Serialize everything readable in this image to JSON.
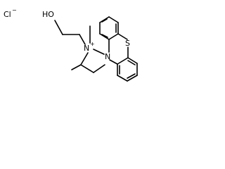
{
  "structure": {
    "counterion": {
      "element": "Cl",
      "charge": "−"
    },
    "hydroxyl": {
      "label": "HO"
    },
    "ammonium": {
      "element": "N",
      "charge": "+"
    },
    "ring_nitrogen": {
      "label": "N"
    },
    "ring_sulfur": {
      "label": "S"
    }
  }
}
